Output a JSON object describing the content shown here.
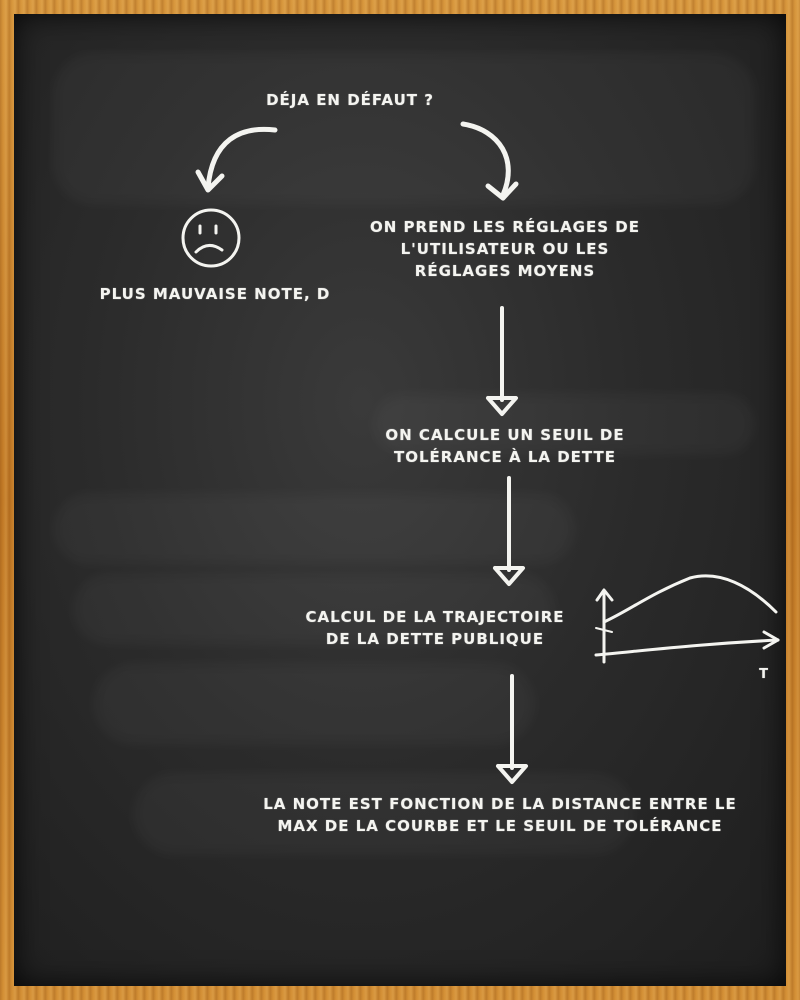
{
  "diagram": {
    "start": "Déja en défaut ?",
    "left_result": "Plus mauvaise note, D",
    "step1": [
      "On prend les réglages de",
      "l'utilisateur ou les",
      "réglages moyens"
    ],
    "step2": [
      "On calcule un seuil de",
      "tolérance à la dette"
    ],
    "step3": [
      "Calcul de la trajectoire",
      "de la dette publique"
    ],
    "step4": [
      "La note est fonction de la distance entre le",
      "max de la courbe et le seuil de tolérance"
    ],
    "graph_axis_label": "t"
  },
  "colors": {
    "chalk": "#f4f4f0",
    "board": "#2b2b2b",
    "frame": "#c8862e"
  }
}
